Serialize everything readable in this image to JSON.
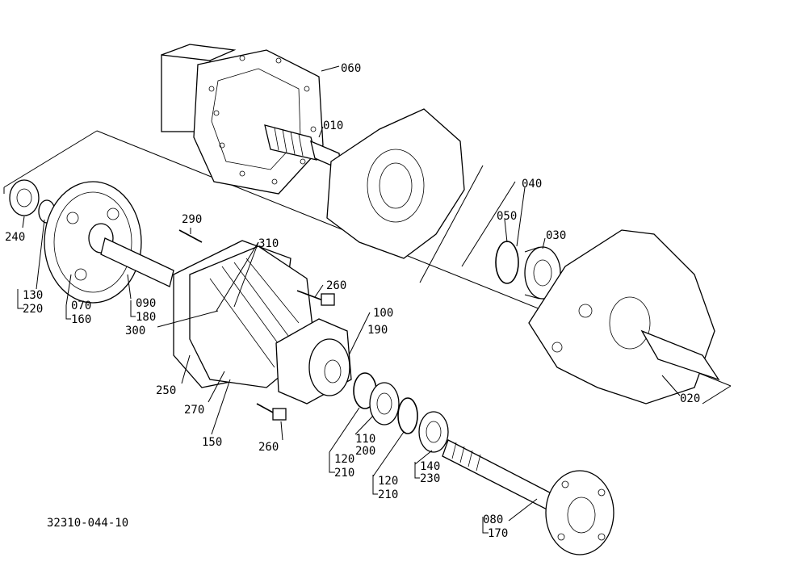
{
  "drawing_code": "32310-044-10",
  "callouts": {
    "c060": "060",
    "c010": "010",
    "c040": "040",
    "c050": "050",
    "c030": "030",
    "c290": "290",
    "c310": "310",
    "c260a": "260",
    "c260b": "260",
    "c240": "240",
    "c130": "130",
    "c220": "220",
    "c070": "070",
    "c160": "160",
    "c090": "090",
    "c180": "180",
    "c300": "300",
    "c100": "100",
    "c190": "190",
    "c250": "250",
    "c270": "270",
    "c150": "150",
    "c110": "110",
    "c200": "200",
    "c120a": "120",
    "c210a": "210",
    "c120b": "120",
    "c210b": "210",
    "c140": "140",
    "c230": "230",
    "c080": "080",
    "c170": "170",
    "c020": "020"
  }
}
